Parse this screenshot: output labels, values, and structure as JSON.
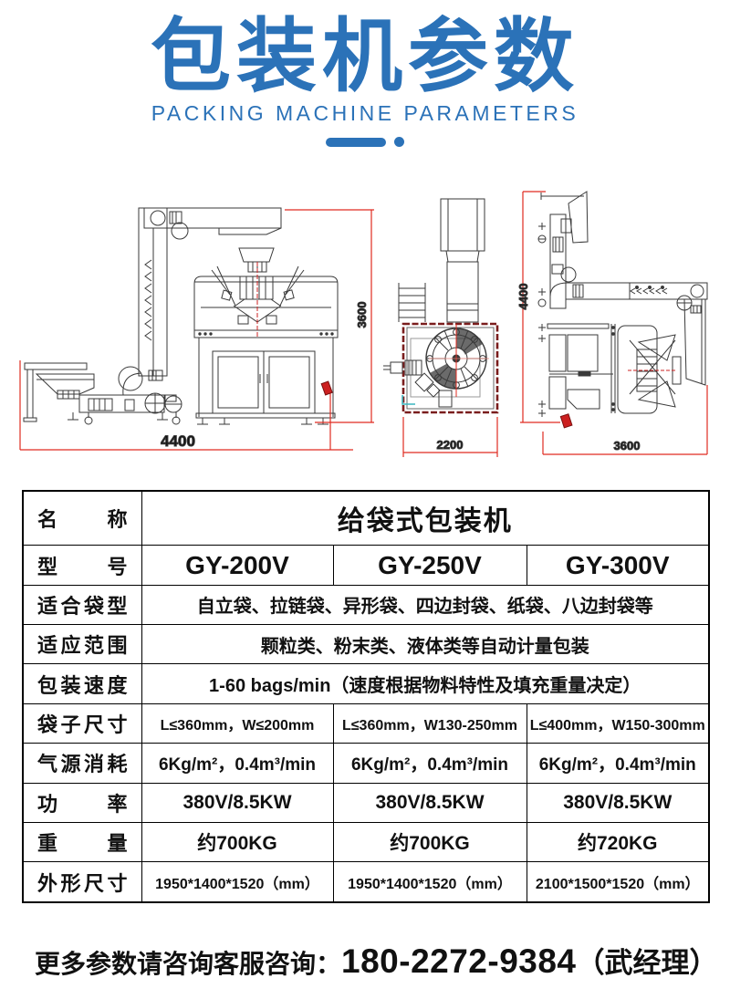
{
  "header": {
    "title": "包装机参数",
    "subtitle": "PACKING MACHINE PARAMETERS"
  },
  "drawings": {
    "front_view": {
      "width_label": "4400",
      "height_label": "3600"
    },
    "top_view": {
      "width_label": "2200"
    },
    "side_view": {
      "height_label": "4400",
      "width_label": "3600"
    }
  },
  "table": {
    "rows": [
      {
        "label": "名称",
        "span": "给袋式包装机"
      },
      {
        "label": "型号",
        "values": [
          "GY-200V",
          "GY-250V",
          "GY-300V"
        ]
      },
      {
        "label": "适合袋型",
        "span": "自立袋、拉链袋、异形袋、四边封袋、纸袋、八边封袋等"
      },
      {
        "label": "适应范围",
        "span": "颗粒类、粉末类、液体类等自动计量包装"
      },
      {
        "label": "包装速度",
        "span": "1-60 bags/min（速度根据物料特性及填充重量决定）"
      },
      {
        "label": "袋子尺寸",
        "values": [
          "L≤360mm，W≤200mm",
          "L≤360mm，W130-250mm",
          "L≤400mm，W150-300mm"
        ]
      },
      {
        "label": "气源消耗",
        "values": [
          "6Kg/m²，0.4m³/min",
          "6Kg/m²，0.4m³/min",
          "6Kg/m²，0.4m³/min"
        ]
      },
      {
        "label": "功率",
        "values": [
          "380V/8.5KW",
          "380V/8.5KW",
          "380V/8.5KW"
        ]
      },
      {
        "label": "重量",
        "values": [
          "约700KG",
          "约700KG",
          "约720KG"
        ]
      },
      {
        "label": "外形尺寸",
        "values": [
          "1950*1400*1520（mm）",
          "1950*1400*1520（mm）",
          "2100*1500*1520（mm）"
        ]
      }
    ]
  },
  "footer": {
    "prefix": "更多参数请咨询客服咨询：",
    "phone": "180-2272-9384",
    "suffix": "（武经理）"
  },
  "colors": {
    "accent_blue": "#2b72b8",
    "dimension_red": "#e02b20",
    "base_border_red": "#7a1d1d"
  }
}
